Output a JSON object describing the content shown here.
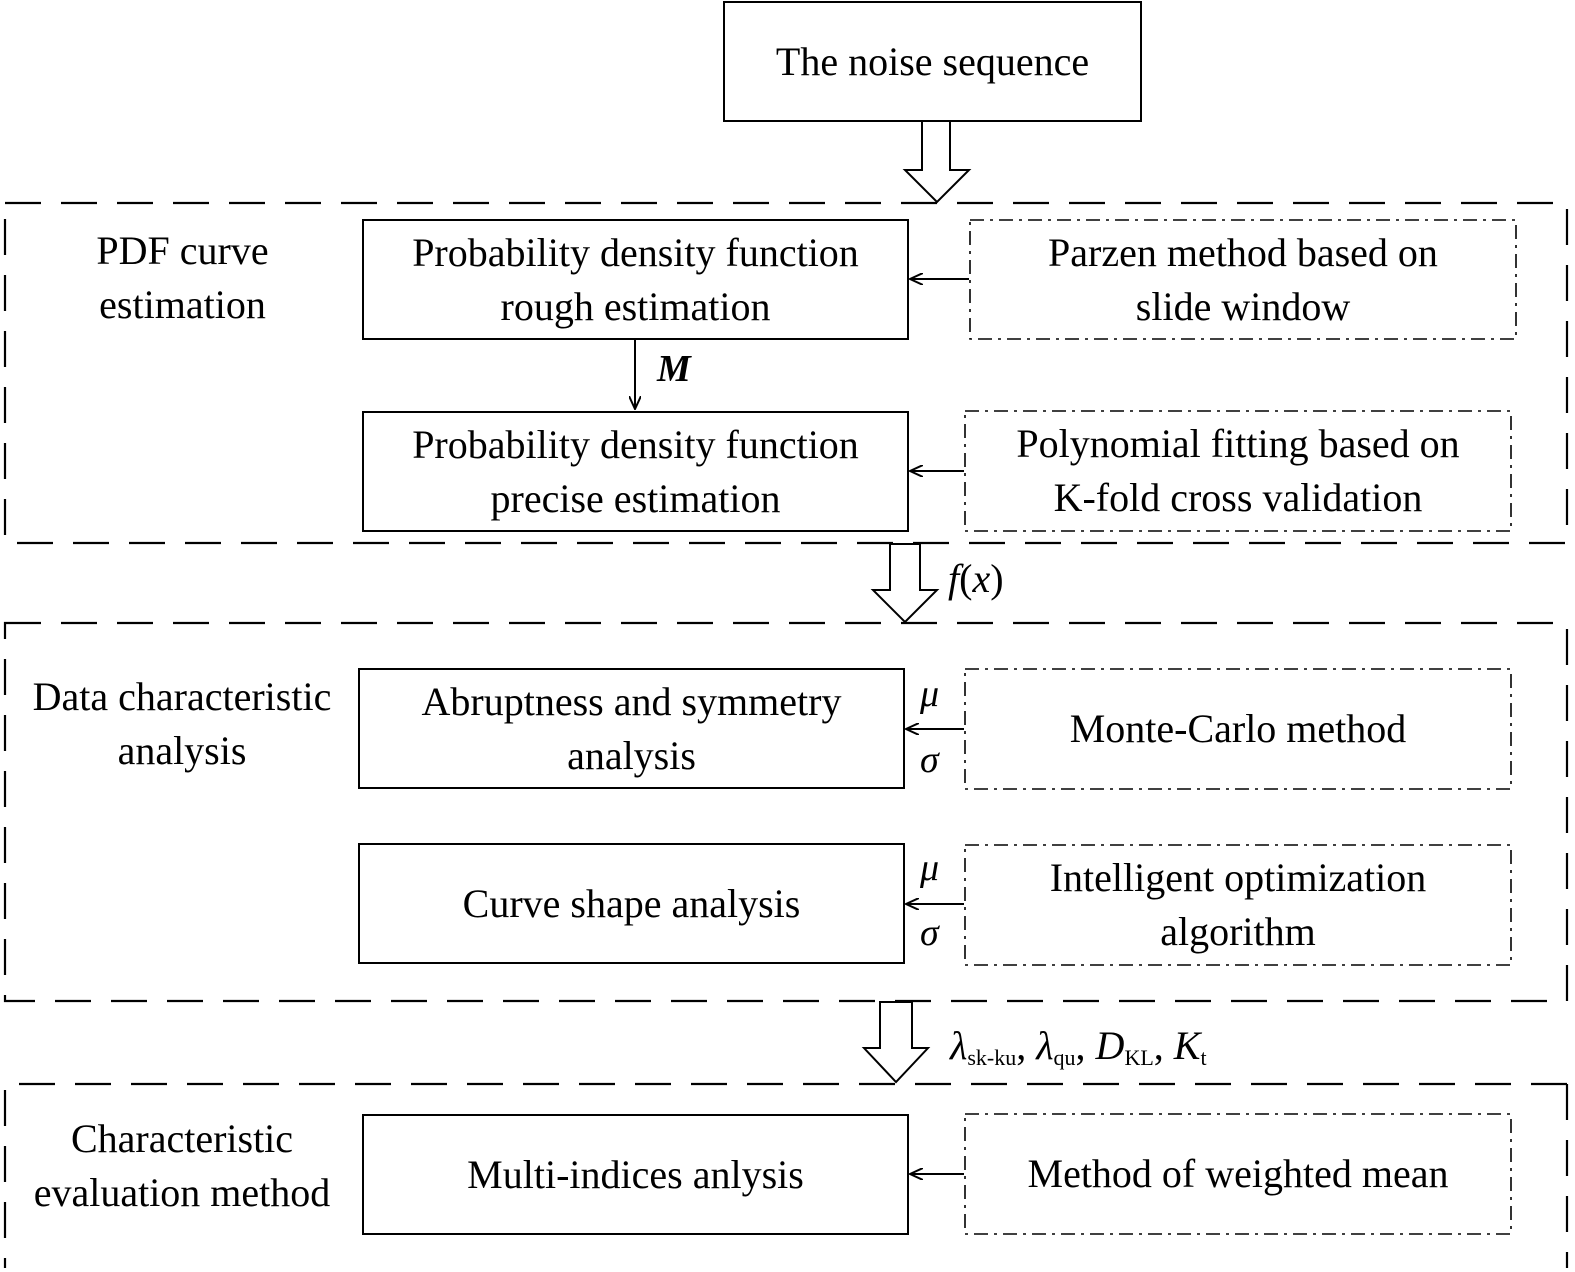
{
  "input": {
    "label": "The noise sequence"
  },
  "stages": [
    {
      "title": [
        "PDF curve",
        "estimation"
      ],
      "rows": [
        {
          "process": [
            "Probability density function",
            "rough estimation"
          ],
          "method": [
            "Parzen method based on",
            "slide window"
          ]
        },
        {
          "process": [
            "Probability density function",
            "precise estimation"
          ],
          "method": [
            "Polynomial fitting based on",
            "K-fold cross validation"
          ]
        }
      ],
      "inner_arrow_label": "M"
    },
    {
      "title": [
        "Data characteristic",
        "analysis"
      ],
      "rows": [
        {
          "process": [
            "Abruptness and symmetry",
            "analysis"
          ],
          "method": [
            "Monte-Carlo method"
          ],
          "params": [
            "μ",
            "σ"
          ]
        },
        {
          "process": [
            "Curve shape analysis"
          ],
          "method": [
            "Intelligent optimization",
            "algorithm"
          ],
          "params": [
            "μ",
            "σ"
          ]
        }
      ]
    },
    {
      "title": [
        "Characteristic",
        "evaluation method"
      ],
      "rows": [
        {
          "process": [
            "Multi-indices anlysis"
          ],
          "method": [
            "Method of weighted mean"
          ]
        }
      ]
    }
  ],
  "transitions": {
    "first": {
      "func": "f",
      "var": "x"
    },
    "second": [
      {
        "sym": "λ",
        "sub": "sk-ku",
        "sep": ", "
      },
      {
        "sym": "λ",
        "sub": "qu",
        "sep": ", "
      },
      {
        "sym": "D",
        "sub": "KL",
        "sep": ", "
      },
      {
        "sym": "K",
        "sub": "t",
        "sep": ""
      }
    ]
  }
}
